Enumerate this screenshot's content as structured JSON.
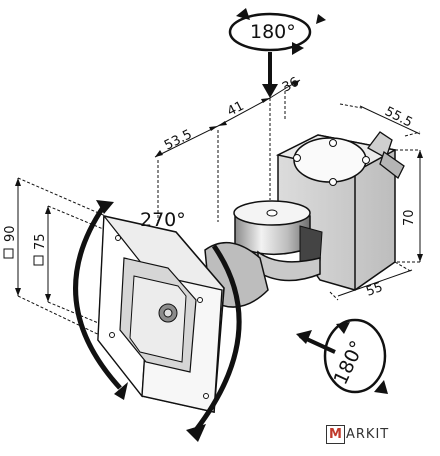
{
  "rotations": {
    "top": "180°",
    "left": "270°",
    "bottom": "180°"
  },
  "dimensions": {
    "d36": "36",
    "d41": "41",
    "d53_5": "53.5",
    "d55_5": "55.5",
    "d70": "70",
    "d55": "55",
    "d90": "90",
    "d75": "75"
  },
  "brand": {
    "logo_letter": "M",
    "logo_rest": "ARKIT"
  }
}
